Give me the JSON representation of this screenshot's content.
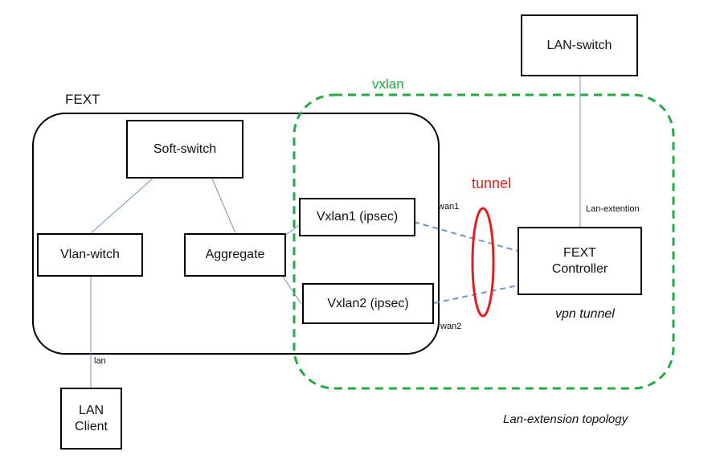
{
  "regions": {
    "fext": "FEXT",
    "vxlan": "vxlan",
    "tunnel": "tunnel"
  },
  "nodes": {
    "lan_switch": "LAN-switch",
    "soft_switch": "Soft-switch",
    "vlan_switch": "Vlan-witch",
    "aggregate": "Aggregate",
    "vxlan1": "Vxlan1 (ipsec)",
    "vxlan2": "Vxlan2 (ipsec)",
    "fext_controller": "FEXT\nController",
    "lan_client": "LAN\nClient"
  },
  "link_labels": {
    "wan1": "wan1",
    "wan2": "wan2",
    "lan": "lan",
    "lan_extention": "Lan-extention"
  },
  "annotations": {
    "vpn_tunnel": "vpn tunnel",
    "caption": "Lan-extension topology"
  },
  "colors": {
    "link": "#6f93c9",
    "vxlan_zone": "#22aa44",
    "tunnel": "#e02020"
  }
}
